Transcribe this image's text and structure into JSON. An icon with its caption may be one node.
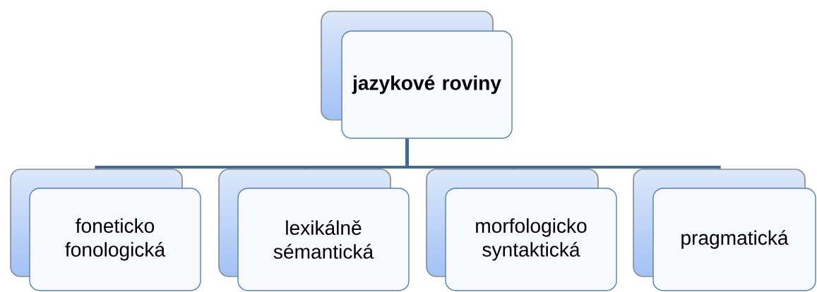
{
  "diagram": {
    "nodes": [
      {
        "text": [
          "jazykové roviny"
        ]
      },
      {
        "text": [
          "foneticko fonologická"
        ]
      },
      {
        "text": [
          "lexikálně sémantická"
        ]
      },
      {
        "text": [
          "morfologicko syntaktická"
        ]
      },
      {
        "text": [
          "pragmatická"
        ]
      }
    ],
    "edges": [
      {
        "from": 0,
        "to": 1,
        "arrow": "none"
      },
      {
        "from": 0,
        "to": 2,
        "arrow": "none"
      },
      {
        "from": 0,
        "to": 3,
        "arrow": "none"
      },
      {
        "from": 0,
        "to": 4,
        "arrow": "none"
      }
    ]
  }
}
